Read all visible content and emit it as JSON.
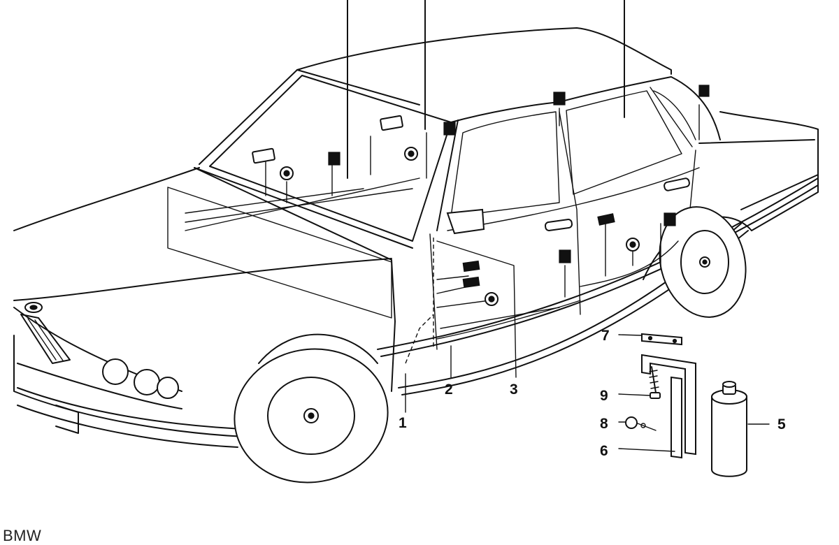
{
  "diagram": {
    "callouts": [
      "1",
      "2",
      "3",
      "5",
      "6",
      "7",
      "8",
      "9"
    ]
  },
  "footer": {
    "brand": "BMW"
  }
}
